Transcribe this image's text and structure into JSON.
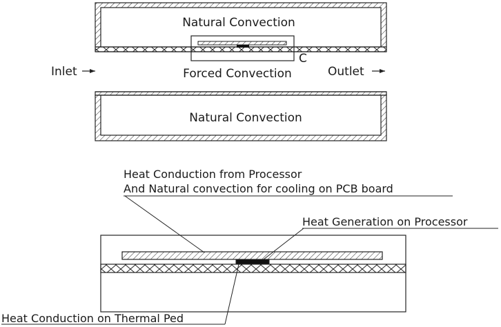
{
  "top_diagram": {
    "upper_region_label": "Natural Convection",
    "middle_region_label": "Forced Convection",
    "lower_region_label": "Natural Convection",
    "inlet_label": "Inlet",
    "outlet_label": "Outlet",
    "detail_callout_label": "C"
  },
  "detail_diagram": {
    "pcb_label_line1": "Heat Conduction  from  Processor",
    "pcb_label_line2": "And Natural convection for cooling on PCB board",
    "processor_label": "Heat Generation on Processor",
    "thermal_pad_label": "Heat Conduction on Thermal Ped"
  }
}
